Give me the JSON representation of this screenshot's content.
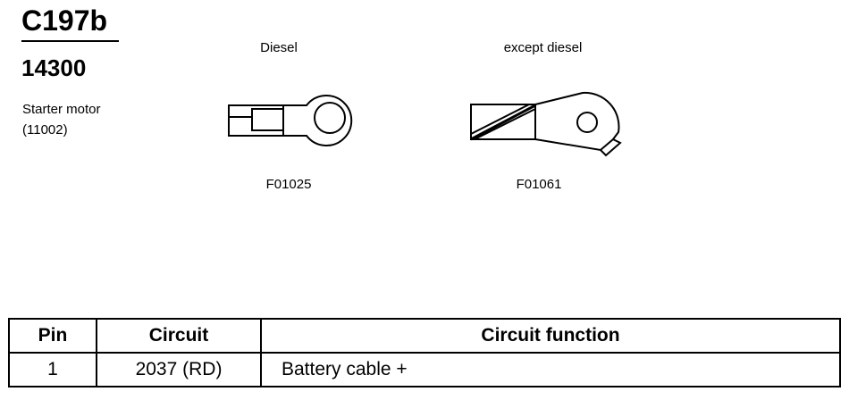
{
  "header": {
    "connector_id": "C197b",
    "part_number": "14300",
    "description_name": "Starter motor",
    "description_code": "(11002)"
  },
  "variants": [
    {
      "label": "Diesel",
      "code": "F01025",
      "icon": "ring-terminal-icon"
    },
    {
      "label": "except diesel",
      "code": "F01061",
      "icon": "angled-ring-terminal-icon"
    }
  ],
  "pin_table": {
    "headers": [
      "Pin",
      "Circuit",
      "Circuit function"
    ],
    "rows": [
      {
        "pin": "1",
        "circuit": "2037 (RD)",
        "function": "Battery cable +"
      }
    ]
  }
}
